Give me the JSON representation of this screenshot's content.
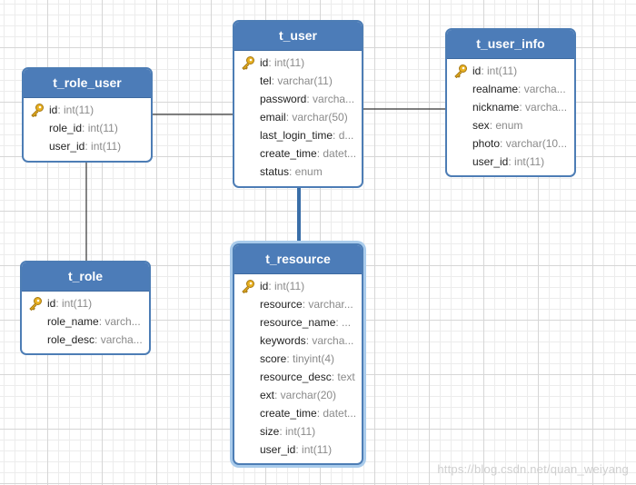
{
  "tables": {
    "t_user": {
      "title": "t_user",
      "columns": [
        {
          "name": "id",
          "type": ": int(11)"
        },
        {
          "name": "tel",
          "type": ": varchar(11)"
        },
        {
          "name": "password",
          "type": ": varcha..."
        },
        {
          "name": "email",
          "type": ": varchar(50)"
        },
        {
          "name": "last_login_time",
          "type": ": d..."
        },
        {
          "name": "create_time",
          "type": ": datet..."
        },
        {
          "name": "status",
          "type": ": enum"
        }
      ]
    },
    "t_role_user": {
      "title": "t_role_user",
      "columns": [
        {
          "name": "id",
          "type": ": int(11)"
        },
        {
          "name": "role_id",
          "type": ": int(11)"
        },
        {
          "name": "user_id",
          "type": ": int(11)"
        }
      ]
    },
    "t_user_info": {
      "title": "t_user_info",
      "columns": [
        {
          "name": "id",
          "type": ": int(11)"
        },
        {
          "name": "realname",
          "type": ": varcha..."
        },
        {
          "name": "nickname",
          "type": ": varcha..."
        },
        {
          "name": "sex",
          "type": ": enum"
        },
        {
          "name": "photo",
          "type": ": varchar(10..."
        },
        {
          "name": "user_id",
          "type": ": int(11)"
        }
      ]
    },
    "t_role": {
      "title": "t_role",
      "columns": [
        {
          "name": "id",
          "type": ": int(11)"
        },
        {
          "name": "role_name",
          "type": ": varch..."
        },
        {
          "name": "role_desc",
          "type": ": varcha..."
        }
      ]
    },
    "t_resource": {
      "title": "t_resource",
      "columns": [
        {
          "name": "id",
          "type": ": int(11)"
        },
        {
          "name": "resource",
          "type": ": varchar..."
        },
        {
          "name": "resource_name",
          "type": ": ..."
        },
        {
          "name": "keywords",
          "type": ": varcha..."
        },
        {
          "name": "score",
          "type": ": tinyint(4)"
        },
        {
          "name": "resource_desc",
          "type": ": text"
        },
        {
          "name": "ext",
          "type": ": varchar(20)"
        },
        {
          "name": "create_time",
          "type": ": datet..."
        },
        {
          "name": "size",
          "type": ": int(11)"
        },
        {
          "name": "user_id",
          "type": ": int(11)"
        }
      ]
    }
  },
  "watermark": "https://blog.csdn.net/quan_weiyang",
  "colors": {
    "header": "#4c7cb8",
    "border": "#4d7db5",
    "key": "#e8b020"
  },
  "icons": {
    "primary_key": "key-icon"
  }
}
